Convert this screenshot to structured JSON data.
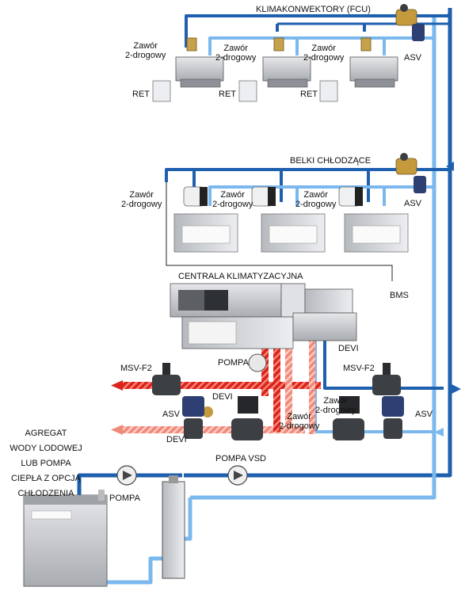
{
  "sections": {
    "fcu_title": "KLIMAKONWEKTORY (FCU)",
    "beams_title": "BELKI CHŁODZĄCE",
    "ahu_title": "CENTRALA KLIMATYZACYJNA"
  },
  "labels": {
    "valve_2way": "Zawór\n2-drogowy",
    "ret": "RET",
    "asv": "ASV",
    "bms": "BMS",
    "devi": "DEVI",
    "msv_f2": "MSV-F2",
    "pompa": "POMPA",
    "pompa_vsd": "POMPA VSD"
  },
  "source_unit": {
    "lines": [
      "AGREGAT",
      "WODY LODOWEJ",
      "LUB POMPA",
      "CIEPŁA Z OPCJĄ",
      "CHŁODZENIA"
    ]
  },
  "colors": {
    "supply_pipe": "#1e5fae",
    "return_pipe": "#7ab8ee",
    "heating_supply": "#d9251c",
    "heating_return": "#f08a7a",
    "valve_body": "#3c3f44",
    "unit_grey": "#c9cbcf"
  }
}
